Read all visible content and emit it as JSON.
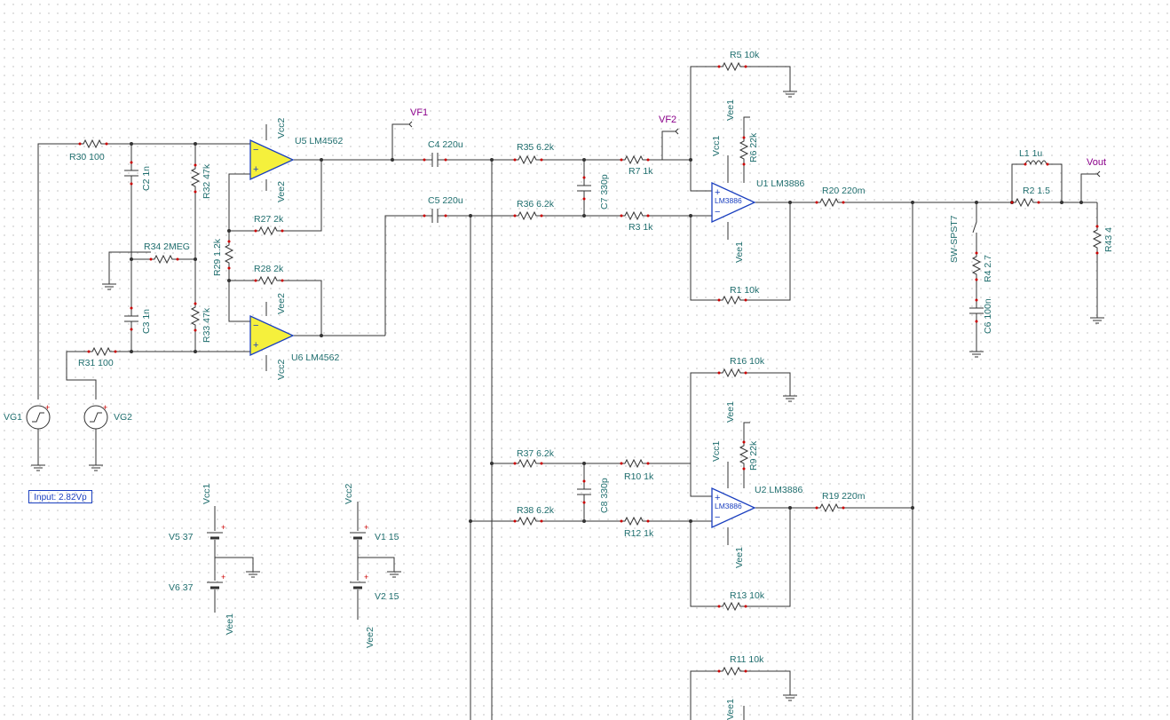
{
  "note": "Input: 2.82Vp",
  "sources": {
    "vg1": "VG1",
    "vg2": "VG2"
  },
  "probes": {
    "vf1": "VF1",
    "vf2": "VF2",
    "vout": "Vout"
  },
  "opamps": {
    "u5": "U5 LM4562",
    "u6": "U6 LM4562",
    "u1": "U1 LM3886",
    "u2": "U2 LM3886",
    "u1_inner": "LM3886",
    "u2_inner": "LM3886"
  },
  "resistors": {
    "r30": "R30 100",
    "r31": "R31 100",
    "r32": "R32 47k",
    "r33": "R33 47k",
    "r34": "R34 2MEG",
    "r27": "R27 2k",
    "r28": "R28 2k",
    "r29": "R29 1.2k",
    "r35": "R35 6.2k",
    "r36": "R36 6.2k",
    "r37": "R37 6.2k",
    "r38": "R38 6.2k",
    "r7": "R7 1k",
    "r3": "R3 1k",
    "r10": "R10 1k",
    "r12": "R12 1k",
    "r5": "R5 10k",
    "r1": "R1 10k",
    "r16": "R16 10k",
    "r13": "R13 10k",
    "r11": "R11 10k",
    "r6": "R6 22k",
    "r9": "R9 22k",
    "r20": "R20 220m",
    "r19": "R19 220m",
    "r2": "R2 1.5",
    "r4": "R4 2.7",
    "r43": "R43 4"
  },
  "capacitors": {
    "c2": "C2 1n",
    "c3": "C3 1n",
    "c4": "C4 220u",
    "c5": "C5 220u",
    "c7": "C7 330p",
    "c8": "C8 330p",
    "c6": "C6 100n"
  },
  "inductors": {
    "l1": "L1 1u"
  },
  "switches": {
    "sw": "SW-SPST7"
  },
  "supplies": {
    "v5": "V5 37",
    "v6": "V6 37",
    "v1": "V1 15",
    "v2": "V2 15",
    "vcc1": "Vcc1",
    "vee1": "Vee1",
    "vcc2": "Vcc2",
    "vee2": "Vee2"
  },
  "colors": {
    "wire": "#333333",
    "label": "#1f6e6e",
    "probe": "#8b008b",
    "opamp_fill": "#f5f03c",
    "opamp_blue": "#1a3fbf"
  }
}
